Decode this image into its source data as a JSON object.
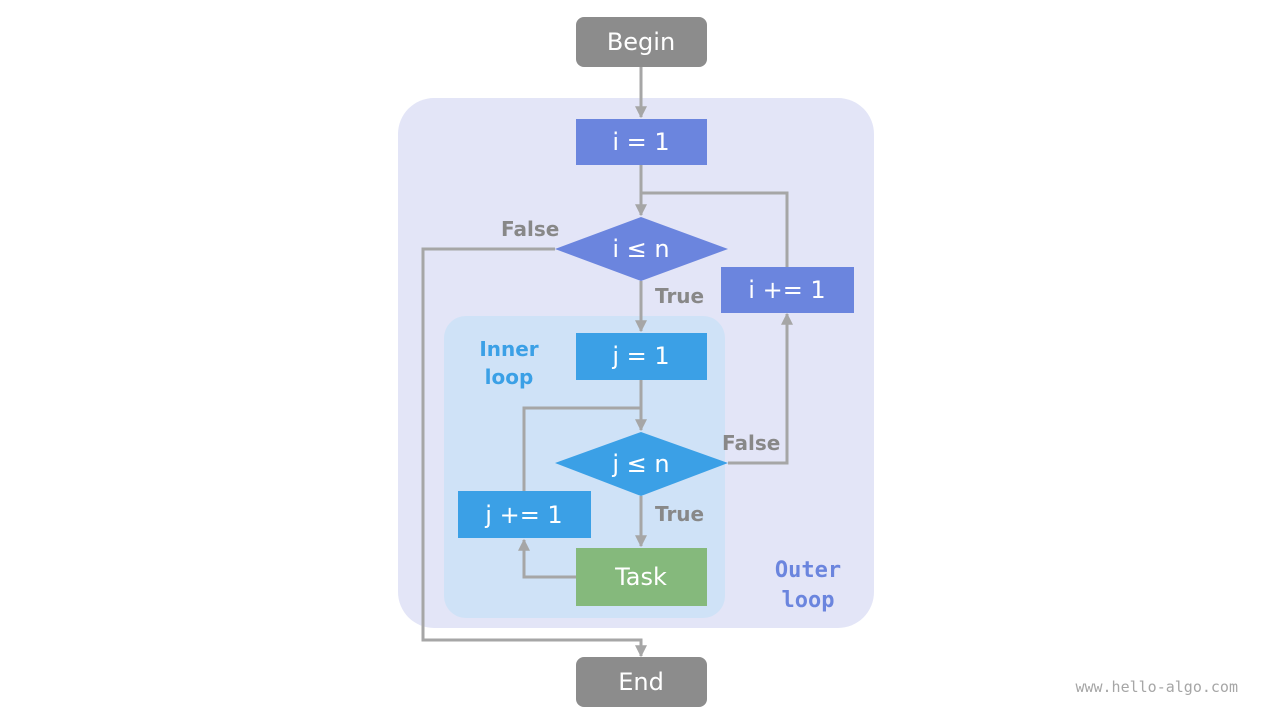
{
  "nodes": {
    "begin": "Begin",
    "i_init": "i = 1",
    "i_cond": "i ≤ n",
    "i_inc": "i += 1",
    "j_init": "j = 1",
    "j_cond": "j ≤ n",
    "j_inc": "j += 1",
    "task": "Task",
    "end": "End"
  },
  "edge_labels": {
    "i_false": "False",
    "i_true": "True",
    "j_false": "False",
    "j_true": "True"
  },
  "regions": {
    "inner": [
      "Inner",
      "loop"
    ],
    "outer": [
      "Outer",
      "loop"
    ]
  },
  "watermark": "www.hello-algo.com",
  "colors": {
    "terminal": "#8c8c8c",
    "outer_node": "#6b85de",
    "inner_node": "#3ba0e6",
    "task": "#85b97c",
    "outer_region": "#e3e5f7",
    "inner_region": "#cfe2f7",
    "edge": "#a6a6a6"
  }
}
